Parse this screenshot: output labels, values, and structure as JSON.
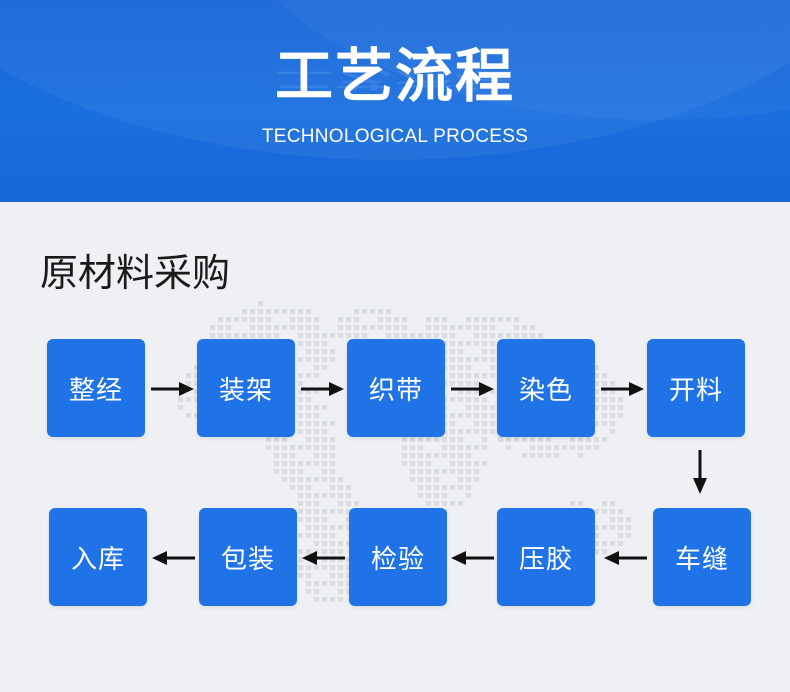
{
  "header": {
    "title": "工艺流程",
    "subtitle": "TECHNOLOGICAL PROCESS"
  },
  "section": {
    "title": "原材料采购"
  },
  "process": {
    "row1": [
      "整经",
      "装架",
      "织带",
      "染色",
      "开料"
    ],
    "row2": [
      "入库",
      "包装",
      "检验",
      "压胶",
      "车缝"
    ]
  },
  "colors": {
    "header_blue": "#1a6fe0",
    "box_blue": "#1f73e6",
    "arrow": "#111111",
    "background": "#eef0f3"
  },
  "icons": [
    "right-arrow-icon",
    "down-arrow-icon",
    "left-arrow-icon"
  ]
}
